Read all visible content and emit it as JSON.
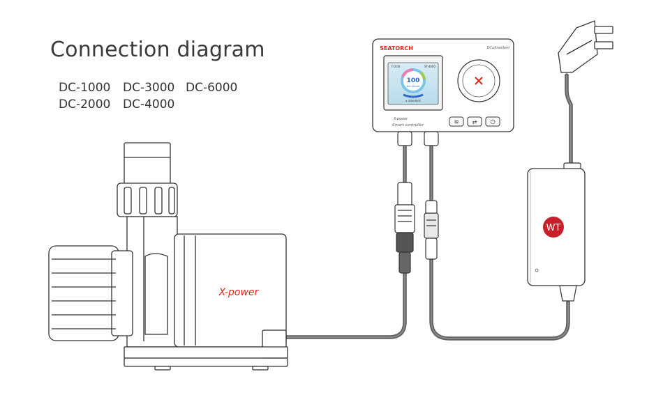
{
  "title": "Connection diagram",
  "models": [
    "DC-1000",
    "DC-3000",
    "DC-6000",
    "DC-2000",
    "DC-4000"
  ],
  "controller": {
    "brand": "SEATORCH",
    "model_tag": "DCultrasilent",
    "screen_left": "F:0.00",
    "screen_right": "SF:4000",
    "screen_value": "100",
    "screen_unit": "the 40rpm",
    "screen_footer": "▸ standard",
    "product_line": "X-power",
    "product_subtitle": "Smart controller"
  },
  "pump": {
    "brand": "X-power"
  },
  "power_adapter": {
    "logo": "WT"
  },
  "colors": {
    "accent_red": "#e2231a",
    "cable": "#5f5f5f",
    "outline": "#333333"
  }
}
